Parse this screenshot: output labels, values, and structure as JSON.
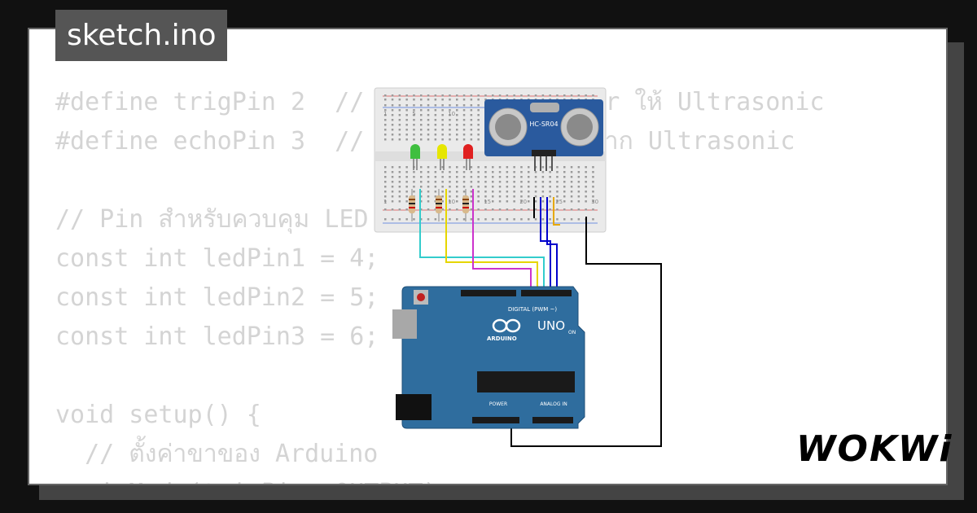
{
  "header": {
    "filename": "sketch.ino"
  },
  "code_lines": [
    "#define trigPin 2  // ขาสัญญาณ Trigger ให้ Ultrasonic",
    "#define echoPin 3  // ขาสัญญาณ Echo จาก Ultrasonic",
    "",
    "// Pin สำหรับควบคุม LED",
    "const int ledPin1 = 4;",
    "const int ledPin2 = 5;",
    "const int ledPin3 = 6;",
    "",
    "void setup() {",
    "  // ตั้งค่าขาของ Arduino",
    "  pinMode(trigPin, OUTPUT);"
  ],
  "circuit": {
    "sensor_label": "HC-SR04",
    "board_label": "UNO",
    "brand_label": "ARDUINO",
    "digital_label": "DIGITAL (PWM ~)",
    "power_label": "POWER",
    "analog_label": "ANALOG IN",
    "on_label": "ON",
    "breadboard_numbers": [
      "1",
      "5",
      "10",
      "15",
      "20",
      "25",
      "30"
    ],
    "led_colors": [
      "#3fbf3f",
      "#e6e600",
      "#e02020"
    ],
    "wire_colors": [
      "#33cccc",
      "#e6d600",
      "#cc33cc",
      "#0000cc",
      "#000000"
    ]
  },
  "brand": {
    "logo": "WOKWi"
  }
}
